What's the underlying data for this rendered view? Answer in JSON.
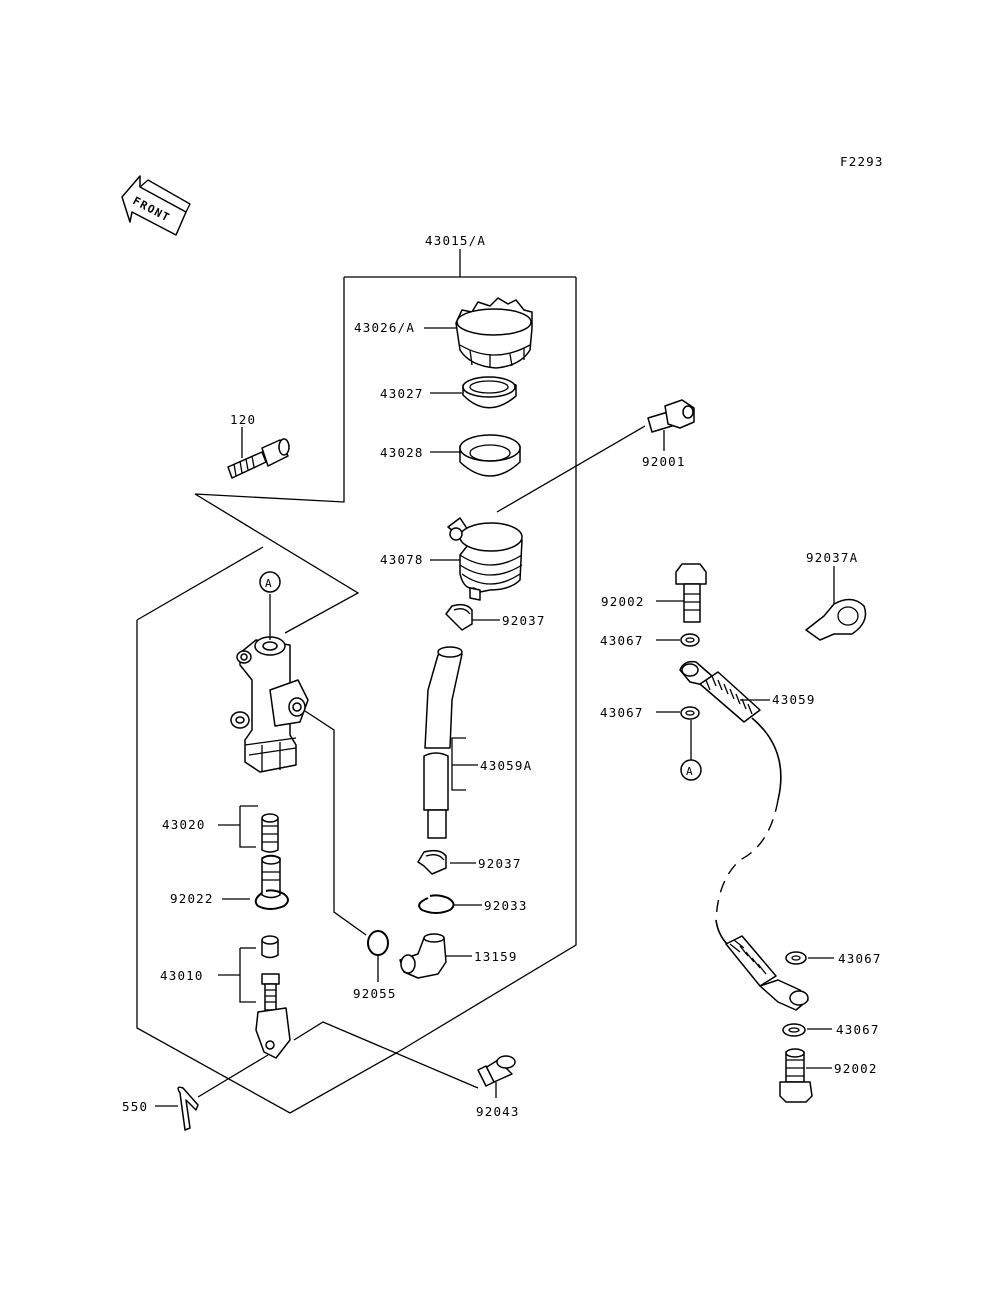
{
  "figure_code": "F2293",
  "front_label": "FRONT",
  "marker_a": "A",
  "parts": {
    "p43015A": "43015/A",
    "p43026A": "43026/A",
    "p43027": "43027",
    "p43028": "43028",
    "p43078": "43078",
    "p92037_a": "92037",
    "p43059A": "43059A",
    "p92037_b": "92037",
    "p92033": "92033",
    "p13159": "13159",
    "p92055": "92055",
    "p92043": "92043",
    "p120": "120",
    "p92001": "92001",
    "p43020": "43020",
    "p92022": "92022",
    "p43010": "43010",
    "p550": "550",
    "p92037A": "92037A",
    "p92002_top": "92002",
    "p43067_1": "43067",
    "p43059": "43059",
    "p43067_2": "43067",
    "p43067_3": "43067",
    "p43067_4": "43067",
    "p92002_bot": "92002"
  }
}
